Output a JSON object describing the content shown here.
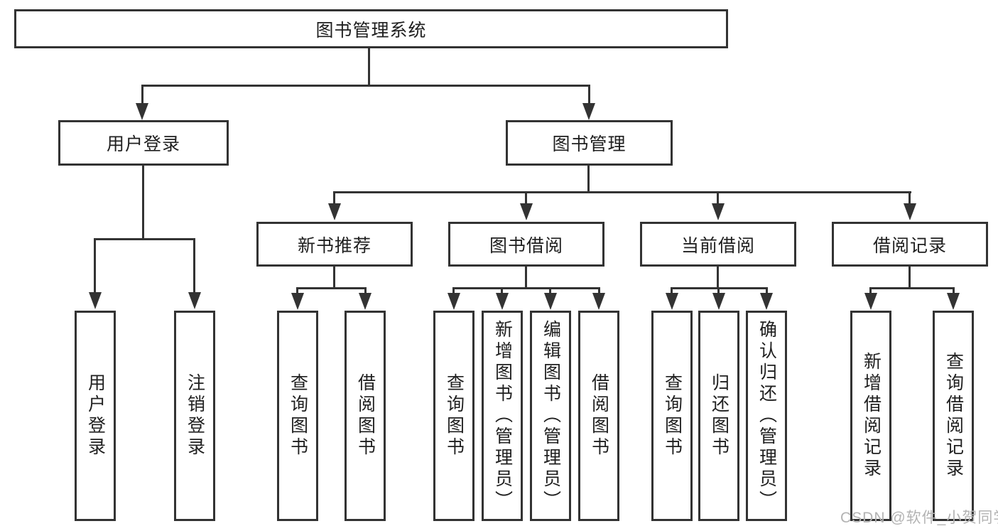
{
  "diagram": {
    "root": {
      "label": "图书管理系统"
    },
    "level2": [
      {
        "label": "用户登录"
      },
      {
        "label": "图书管理"
      }
    ],
    "level3": [
      {
        "label": "新书推荐"
      },
      {
        "label": "图书借阅"
      },
      {
        "label": "当前借阅"
      },
      {
        "label": "借阅记录"
      }
    ],
    "leaves": {
      "login": [
        {
          "label": "用户登录"
        },
        {
          "label": "注销登录"
        }
      ],
      "recommend": [
        {
          "label": "查询图书"
        },
        {
          "label": "借阅图书"
        }
      ],
      "borrow": [
        {
          "label": "查询图书"
        },
        {
          "label": "新增图书（管理员）"
        },
        {
          "label": "编辑图书（管理员）"
        },
        {
          "label": "借阅图书"
        }
      ],
      "current": [
        {
          "label": "查询图书"
        },
        {
          "label": "归还图书"
        },
        {
          "label": "确认归还（管理员）"
        }
      ],
      "records": [
        {
          "label": "新增借阅记录"
        },
        {
          "label": "查询借阅记录"
        }
      ]
    },
    "colors": {
      "line": "#333333",
      "text": "#1f1f1f",
      "background": "#ffffff",
      "watermark": "#b3b3b3"
    }
  },
  "watermark": {
    "text": "CSDN @软件_小贺同学"
  }
}
